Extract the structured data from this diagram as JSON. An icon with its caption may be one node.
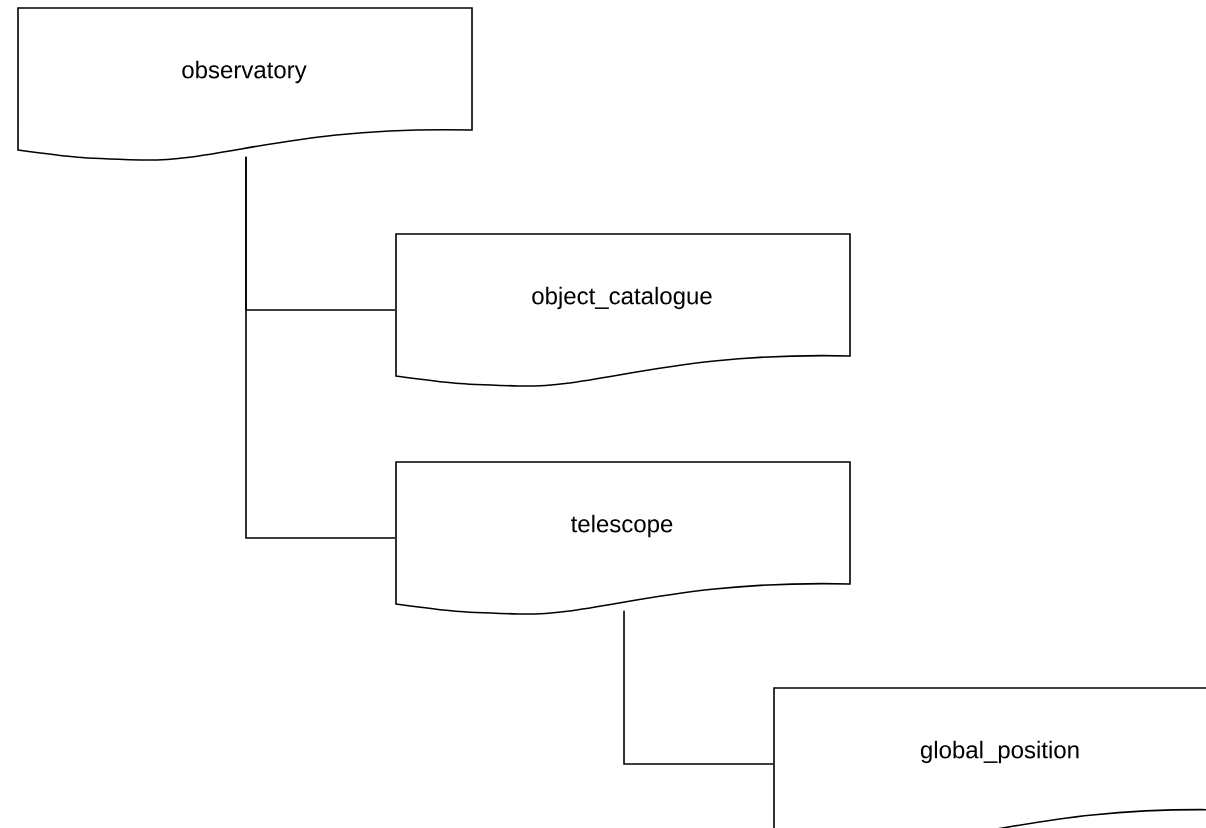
{
  "diagram": {
    "nodes": [
      {
        "text": [
          "observatory"
        ]
      },
      {
        "text": [
          "object_catalogue"
        ]
      },
      {
        "text": [
          "telescope"
        ]
      },
      {
        "text": [
          "global_position"
        ]
      }
    ],
    "edges": [
      {
        "from": 0,
        "to": 1,
        "arrow": "none"
      },
      {
        "from": 0,
        "to": 2,
        "arrow": "none"
      },
      {
        "from": 2,
        "to": 3,
        "arrow": "none"
      }
    ]
  }
}
